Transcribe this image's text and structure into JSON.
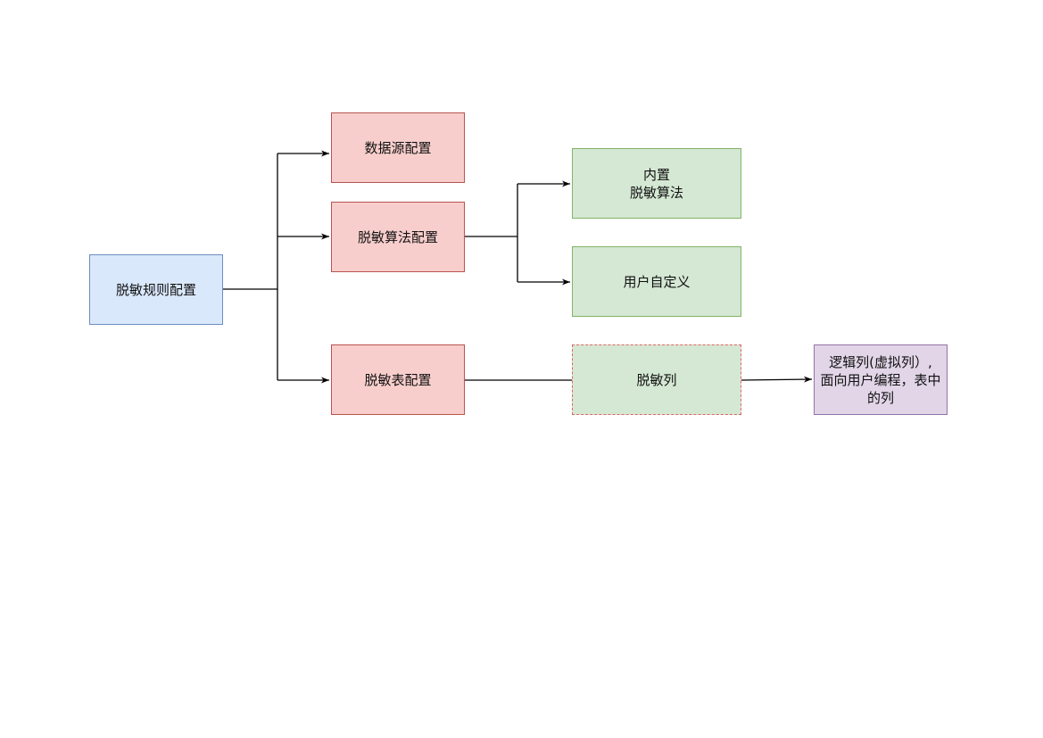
{
  "nodes": {
    "root": "脱敏规则配置",
    "datasource": "数据源配置",
    "algorithm": "脱敏算法配置",
    "table": "脱敏表配置",
    "builtin": "内置\n脱敏算法",
    "custom": "用户自定义",
    "mask_column": "脱敏列",
    "logic_column": "逻辑列(虚拟列）,\n面向用户编程，表中\n的列"
  },
  "colors": {
    "blue_fill": "#dae8fc",
    "blue_stroke": "#6c8ebf",
    "red_fill": "#f8cecc",
    "red_stroke": "#b85450",
    "green_fill": "#d5e8d4",
    "green_stroke": "#82b366",
    "purple_fill": "#e1d5e7",
    "purple_stroke": "#9673a6",
    "edge": "#000000"
  }
}
